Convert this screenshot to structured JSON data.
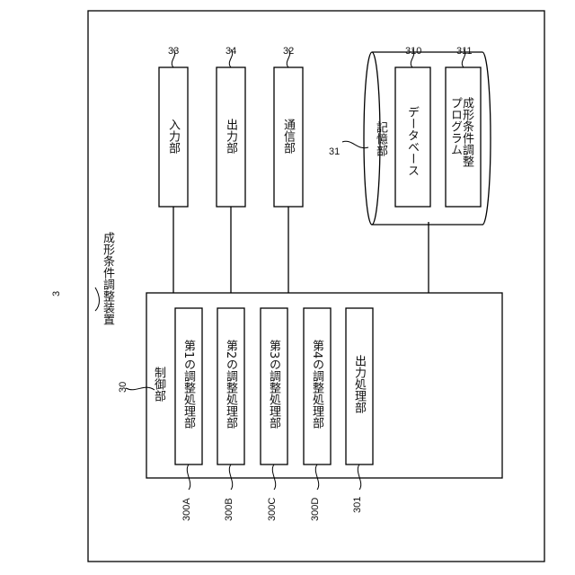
{
  "device": {
    "ref": "3",
    "label": "成形条件調整装置"
  },
  "control": {
    "ref": "30",
    "label": "制御部",
    "units": [
      {
        "ref": "300A",
        "label": "第1の調整処理部"
      },
      {
        "ref": "300B",
        "label": "第2の調整処理部"
      },
      {
        "ref": "300C",
        "label": "第3の調整処理部"
      },
      {
        "ref": "300D",
        "label": "第4の調整処理部"
      },
      {
        "ref": "301",
        "label": "出力処理部"
      }
    ]
  },
  "io": [
    {
      "ref": "33",
      "label": "入力部"
    },
    {
      "ref": "34",
      "label": "出力部"
    },
    {
      "ref": "32",
      "label": "通信部"
    }
  ],
  "storage": {
    "ref": "31",
    "label": "記憶部",
    "items": [
      {
        "ref": "310",
        "label": "データベース"
      },
      {
        "ref": "311",
        "label": "成形条件調整\nプログラム"
      }
    ]
  }
}
